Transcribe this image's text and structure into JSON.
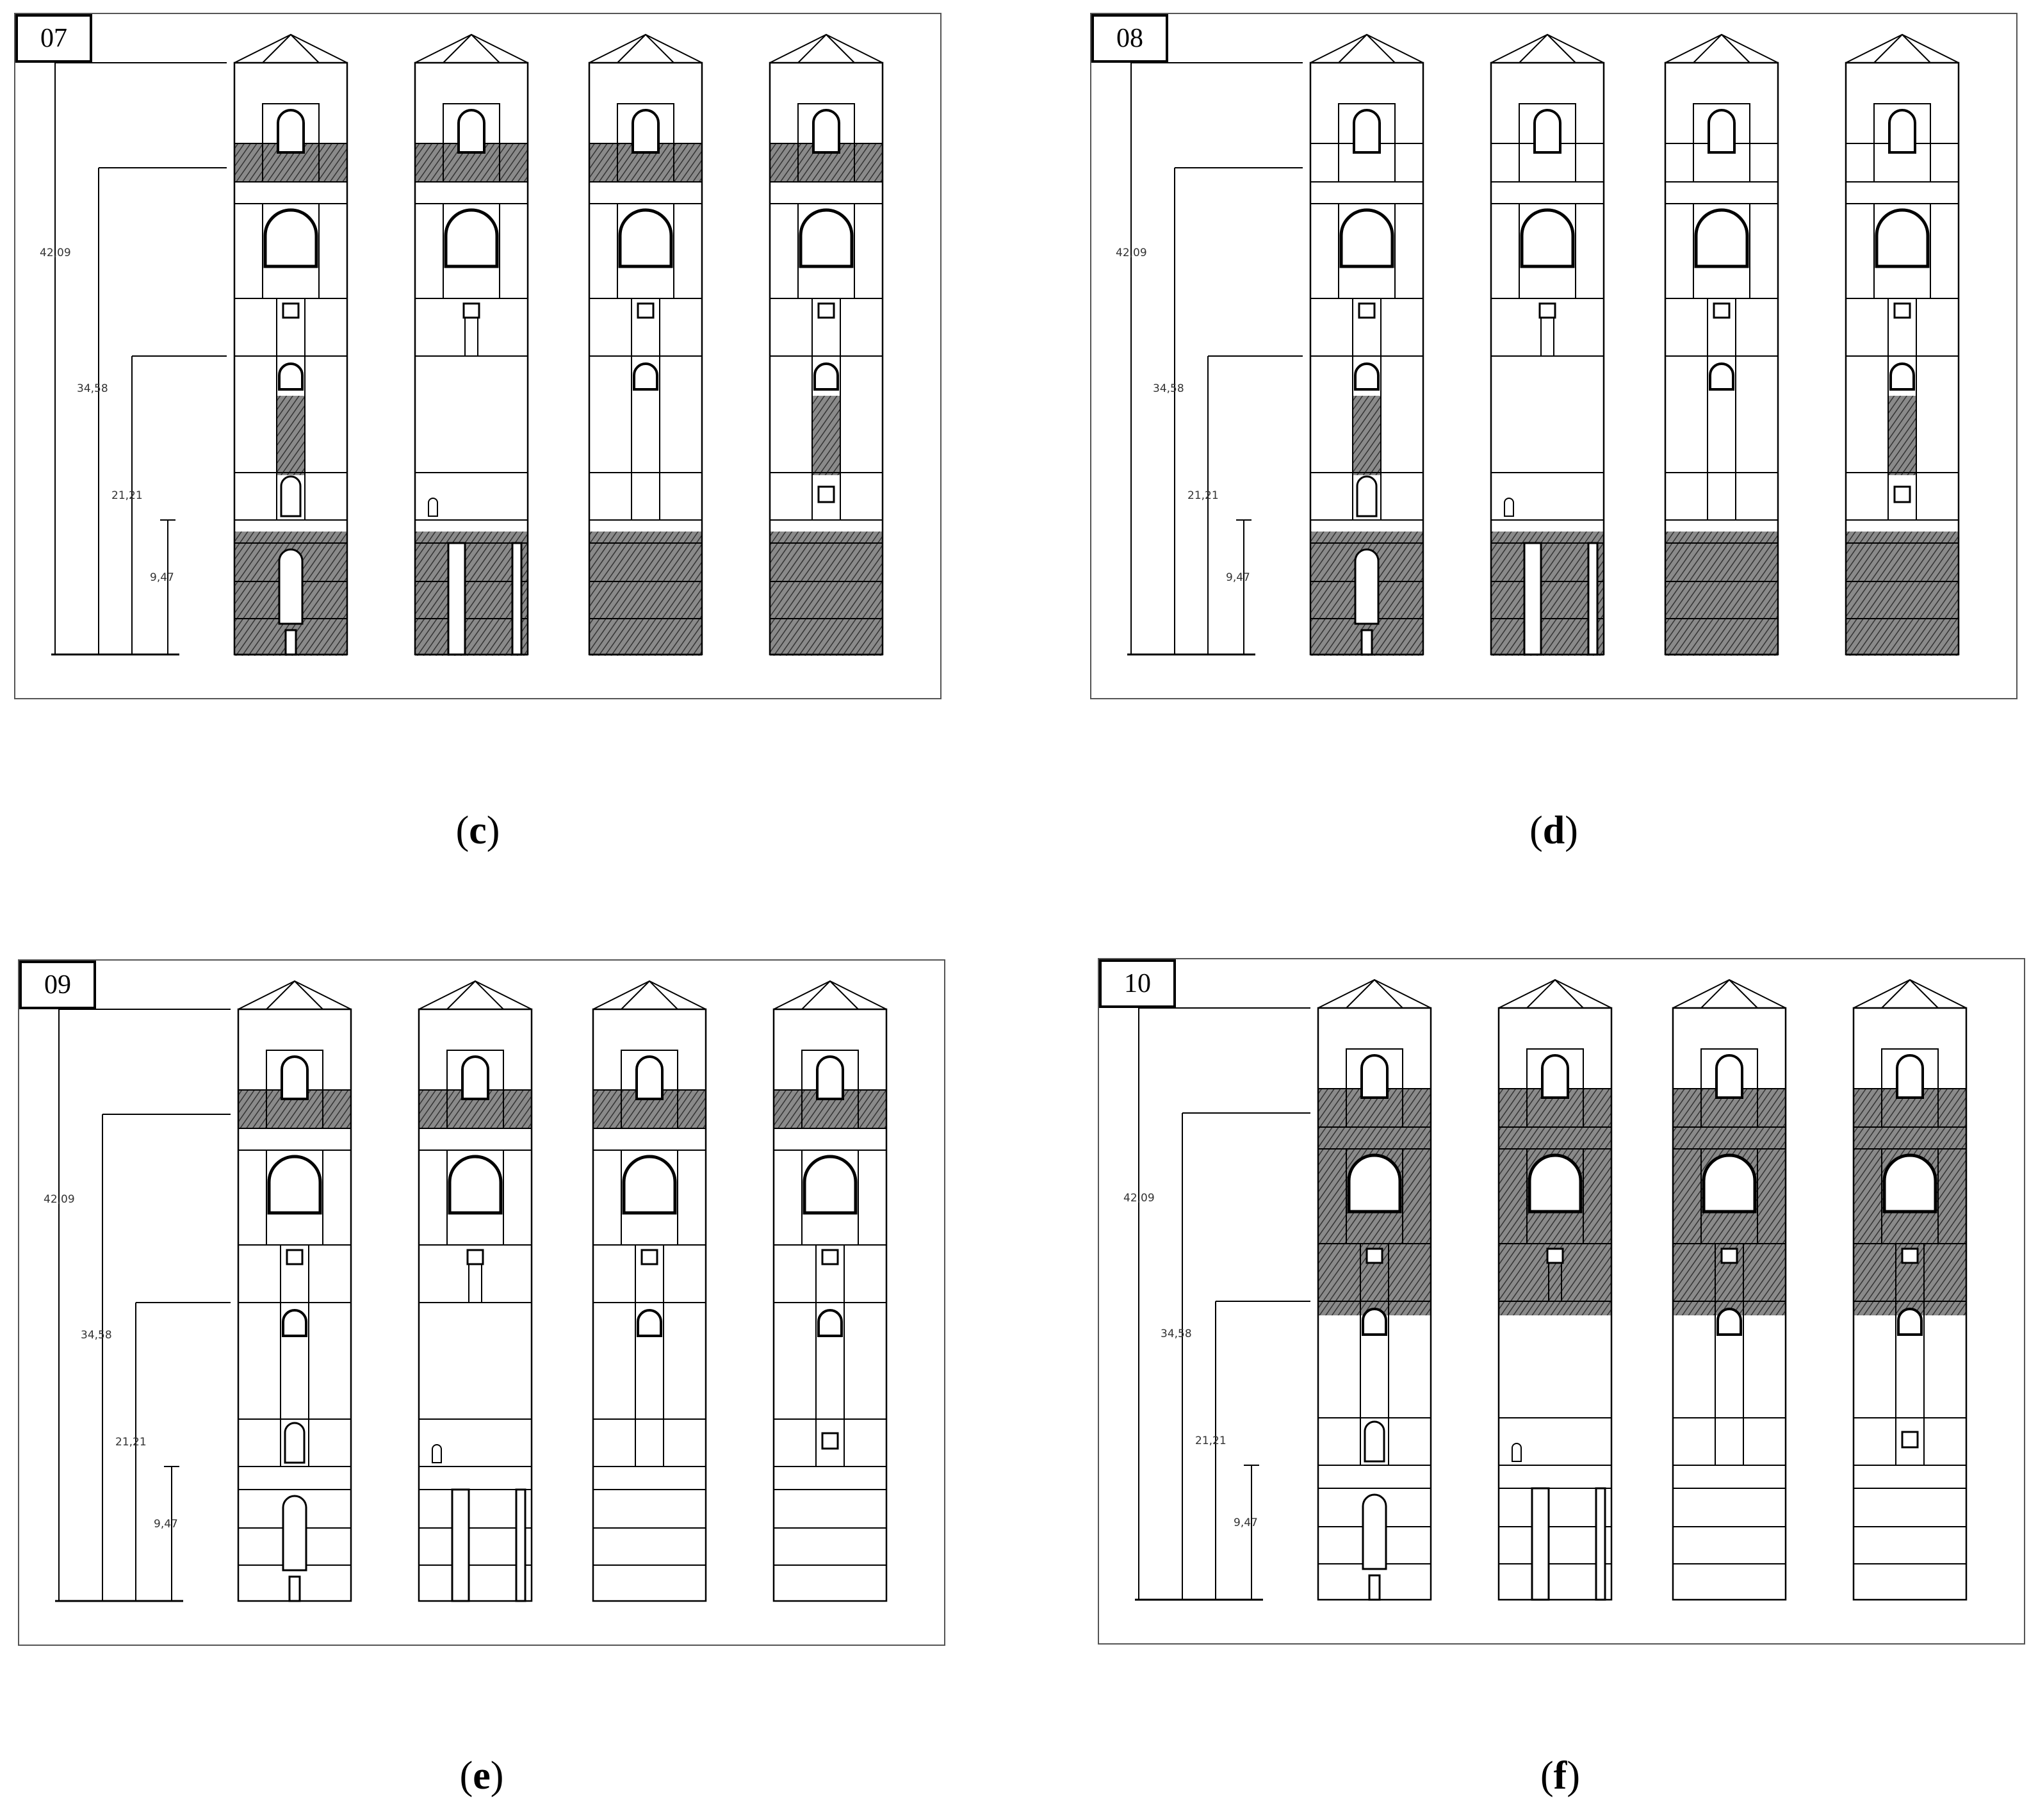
{
  "colors": {
    "line": "#000000",
    "hatch_fill": "#8a8a8a",
    "hatch_stroke": "#333333"
  },
  "dimension_labels": [
    "42,09",
    "34,58",
    "21,21",
    "9,47"
  ],
  "panels": [
    {
      "tag": "07",
      "caption": "c",
      "shading": "c"
    },
    {
      "tag": "08",
      "caption": "d",
      "shading": "d"
    },
    {
      "tag": "09",
      "caption": "e",
      "shading": "e"
    },
    {
      "tag": "10",
      "caption": "f",
      "shading": "f"
    }
  ]
}
